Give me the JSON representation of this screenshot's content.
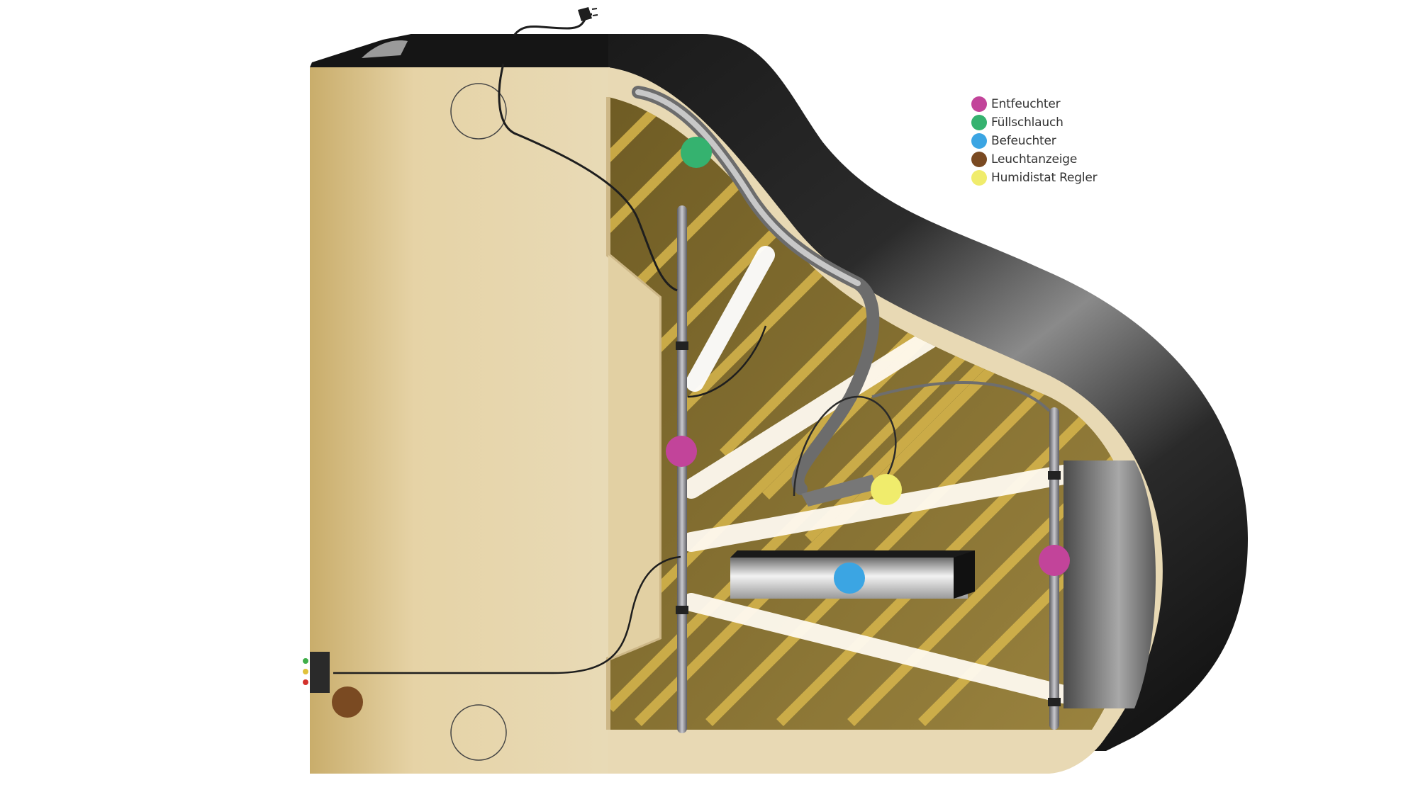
{
  "legend": {
    "items": [
      {
        "key": "dehumidifier",
        "label": "Entfeuchter",
        "color": "#c2449a"
      },
      {
        "key": "fill_hose",
        "label": "Füllschlauch",
        "color": "#35b26f"
      },
      {
        "key": "humidifier",
        "label": "Befeuchter",
        "color": "#3ba5e3"
      },
      {
        "key": "indicator",
        "label": "Leuchtanzeige",
        "color": "#7a4a22"
      },
      {
        "key": "humidistat",
        "label": "Humidistat Regler",
        "color": "#f0ec6c"
      }
    ]
  },
  "indicator_lights": [
    "#3fae49",
    "#e0c23a",
    "#d3302b"
  ],
  "colors": {
    "case_lid": "#1c1c1c",
    "rim_wood": "#e8d9b4",
    "keybed_wood": "#d9c28f",
    "soundboard": "#8a7330",
    "rod_metal": "#8d8d92",
    "cable": "#1e1e1e"
  }
}
